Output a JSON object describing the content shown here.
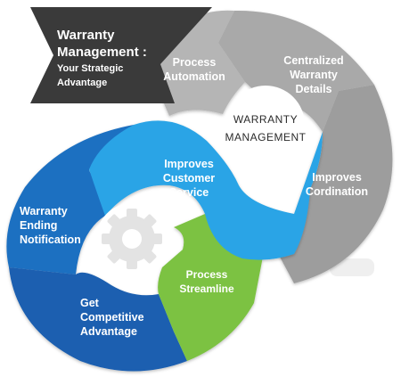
{
  "title": {
    "line1": "Warranty",
    "line2": "Management :",
    "line3": "Your Strategic",
    "line4": "Advantage"
  },
  "hub": {
    "line1": "WARRANTY",
    "line2": "MANAGEMENT"
  },
  "segments": {
    "process_automation": [
      "Process",
      "Automation"
    ],
    "centralized_details": [
      "Centralized",
      "Warranty",
      "Details"
    ],
    "improves_coordination": [
      "Improves",
      "Cordination"
    ],
    "improves_customer_service": [
      "Improves",
      "Customer",
      "Service"
    ],
    "warranty_ending": [
      "Warranty",
      "Ending",
      "Notification"
    ],
    "get_competitive": [
      "Get",
      "Competitive",
      "Advantage"
    ],
    "process_streamline": [
      "Process",
      "Streamline"
    ]
  },
  "colors": {
    "banner": "#3a3a3a",
    "gray_light": "#bdbdbd",
    "gray_mid": "#a9a9a9",
    "gray_dark": "#9a9a9a",
    "blue_light": "#2aa4e6",
    "blue_mid": "#1f78c8",
    "blue_dark": "#1a5fb0",
    "green": "#7cc242",
    "gear": "#e6e6e6"
  },
  "icons": {
    "hub_gear": "gear-icon"
  }
}
